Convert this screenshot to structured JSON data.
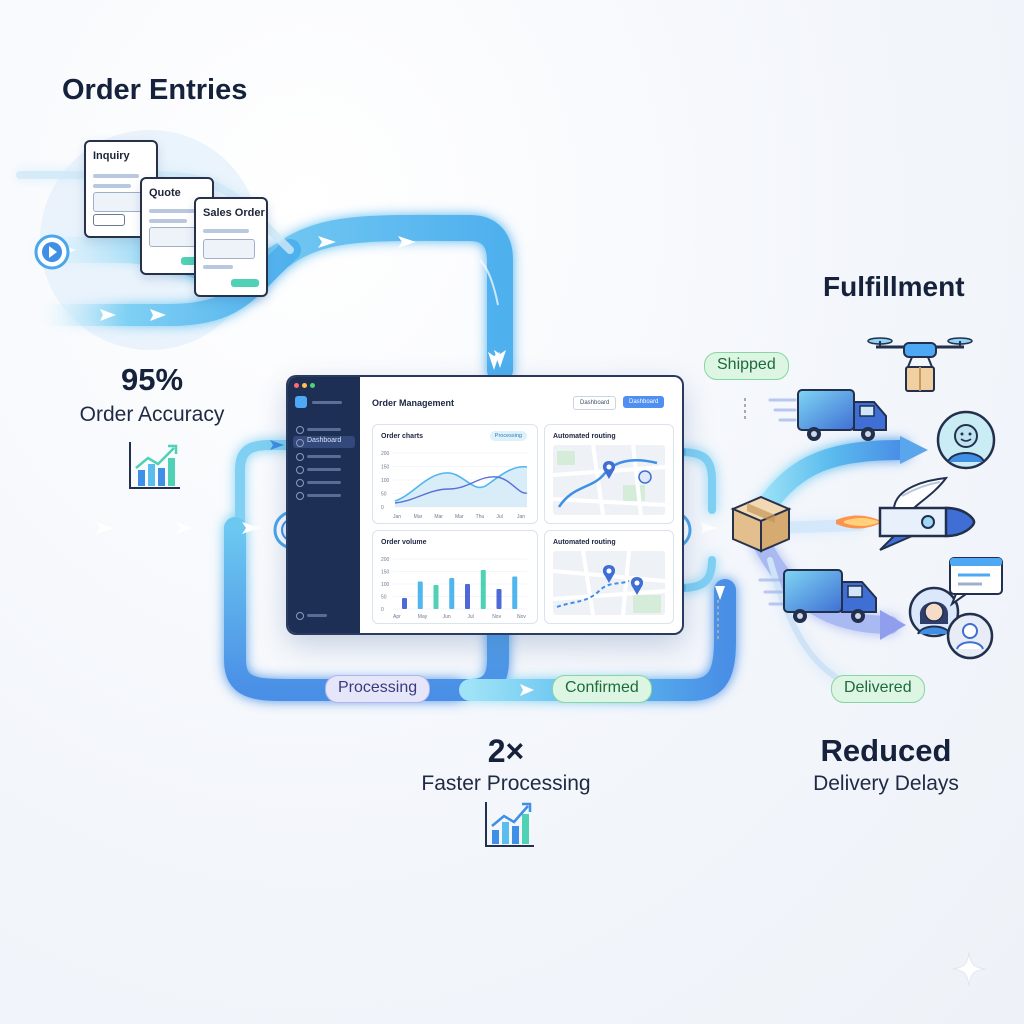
{
  "headings": {
    "order_entries": "Order Entries",
    "fulfillment": "Fulfillment"
  },
  "documents": [
    {
      "title": "Inquiry"
    },
    {
      "title": "Quote"
    },
    {
      "title": "Sales Order"
    }
  ],
  "stats": {
    "accuracy": {
      "value": "95%",
      "label": "Order Accuracy"
    },
    "speed": {
      "value": "2×",
      "label": "Faster Processing"
    },
    "delays": {
      "value": "Reduced",
      "label": "Delivery Delays"
    }
  },
  "status_pills": {
    "shipped": "Shipped",
    "processing": "Processing",
    "confirmed": "Confirmed",
    "delivered": "Delivered"
  },
  "dashboard": {
    "title": "Order Management",
    "sidebar_active": "Dashboard",
    "top_buttons": [
      "Dashboard",
      "Dashboard"
    ],
    "cards": {
      "order_charts": {
        "title": "Order charts",
        "badge": "Processing",
        "y_ticks": [
          "200",
          "150",
          "100",
          "50",
          "0"
        ],
        "x_ticks": [
          "Jan",
          "Mar",
          "Mar",
          "Mar",
          "Thu",
          "Jul",
          "Jan"
        ]
      },
      "routing_top": {
        "title": "Automated routing"
      },
      "order_volume": {
        "title": "Order volume",
        "y_ticks": [
          "200",
          "150",
          "100",
          "50",
          "0"
        ],
        "x_ticks": [
          "Apr",
          "May",
          "Jun",
          "Jul",
          "Nov",
          "Nov"
        ],
        "bars": [
          22,
          55,
          48,
          62,
          50,
          78,
          40,
          65
        ]
      },
      "routing_bottom": {
        "title": "Automated routing"
      }
    }
  },
  "colors": {
    "flow_main": "#4fb6ee",
    "flow_dark": "#3d7fdc",
    "accent_green": "#4fd1b5",
    "navy": "#1e2f55"
  },
  "icons": [
    "play-icon",
    "growth-chart-icon",
    "drone-icon",
    "truck-icon",
    "rocket-icon",
    "package-icon",
    "customer-avatar-icon",
    "chat-bubble-icon",
    "map-pin-icon",
    "sparkle-icon"
  ]
}
